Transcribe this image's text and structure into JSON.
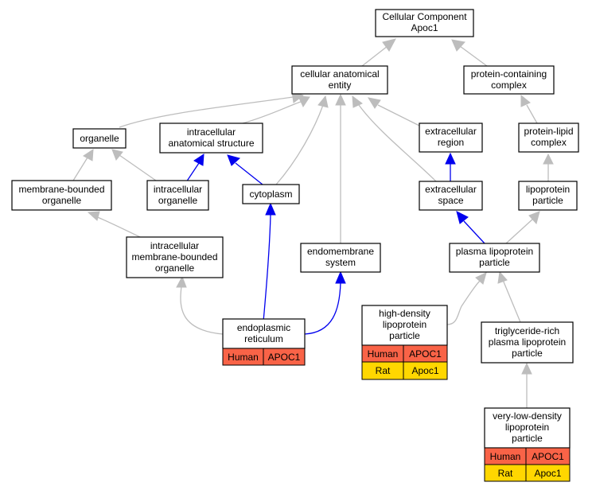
{
  "colors": {
    "edge_is_a": "#bdbdbd",
    "edge_part_of": "#0000ee",
    "human_cell": "#f96347",
    "rat_cell": "#ffd700"
  },
  "nodes": {
    "root": [
      "Cellular Component",
      "Apoc1"
    ],
    "cae": [
      "cellular anatomical",
      "entity"
    ],
    "pcc": [
      "protein-containing",
      "complex"
    ],
    "organelle": [
      "organelle"
    ],
    "ias": [
      "intracellular",
      "anatomical structure"
    ],
    "er_region": [
      "extracellular",
      "region"
    ],
    "plc": [
      "protein-lipid",
      "complex"
    ],
    "mbo": [
      "membrane-bounded",
      "organelle"
    ],
    "io": [
      "intracellular",
      "organelle"
    ],
    "cyto": [
      "cytoplasm"
    ],
    "es": [
      "extracellular",
      "space"
    ],
    "lpp": [
      "lipoprotein",
      "particle"
    ],
    "imbo": [
      "intracellular",
      "membrane-bounded",
      "organelle"
    ],
    "endo": [
      "endomembrane",
      "system"
    ],
    "plpp": [
      "plasma lipoprotein",
      "particle"
    ],
    "ret": [
      "endoplasmic",
      "reticulum"
    ],
    "hdl": [
      "high-density",
      "lipoprotein",
      "particle"
    ],
    "trl": [
      "triglyceride-rich",
      "plasma lipoprotein",
      "particle"
    ],
    "vldl": [
      "very-low-density",
      "lipoprotein",
      "particle"
    ]
  },
  "annotations": {
    "ret": [
      [
        "Human",
        "APOC1"
      ]
    ],
    "hdl": [
      [
        "Human",
        "APOC1"
      ],
      [
        "Rat",
        "Apoc1"
      ]
    ],
    "vldl": [
      [
        "Human",
        "APOC1"
      ],
      [
        "Rat",
        "Apoc1"
      ]
    ]
  }
}
